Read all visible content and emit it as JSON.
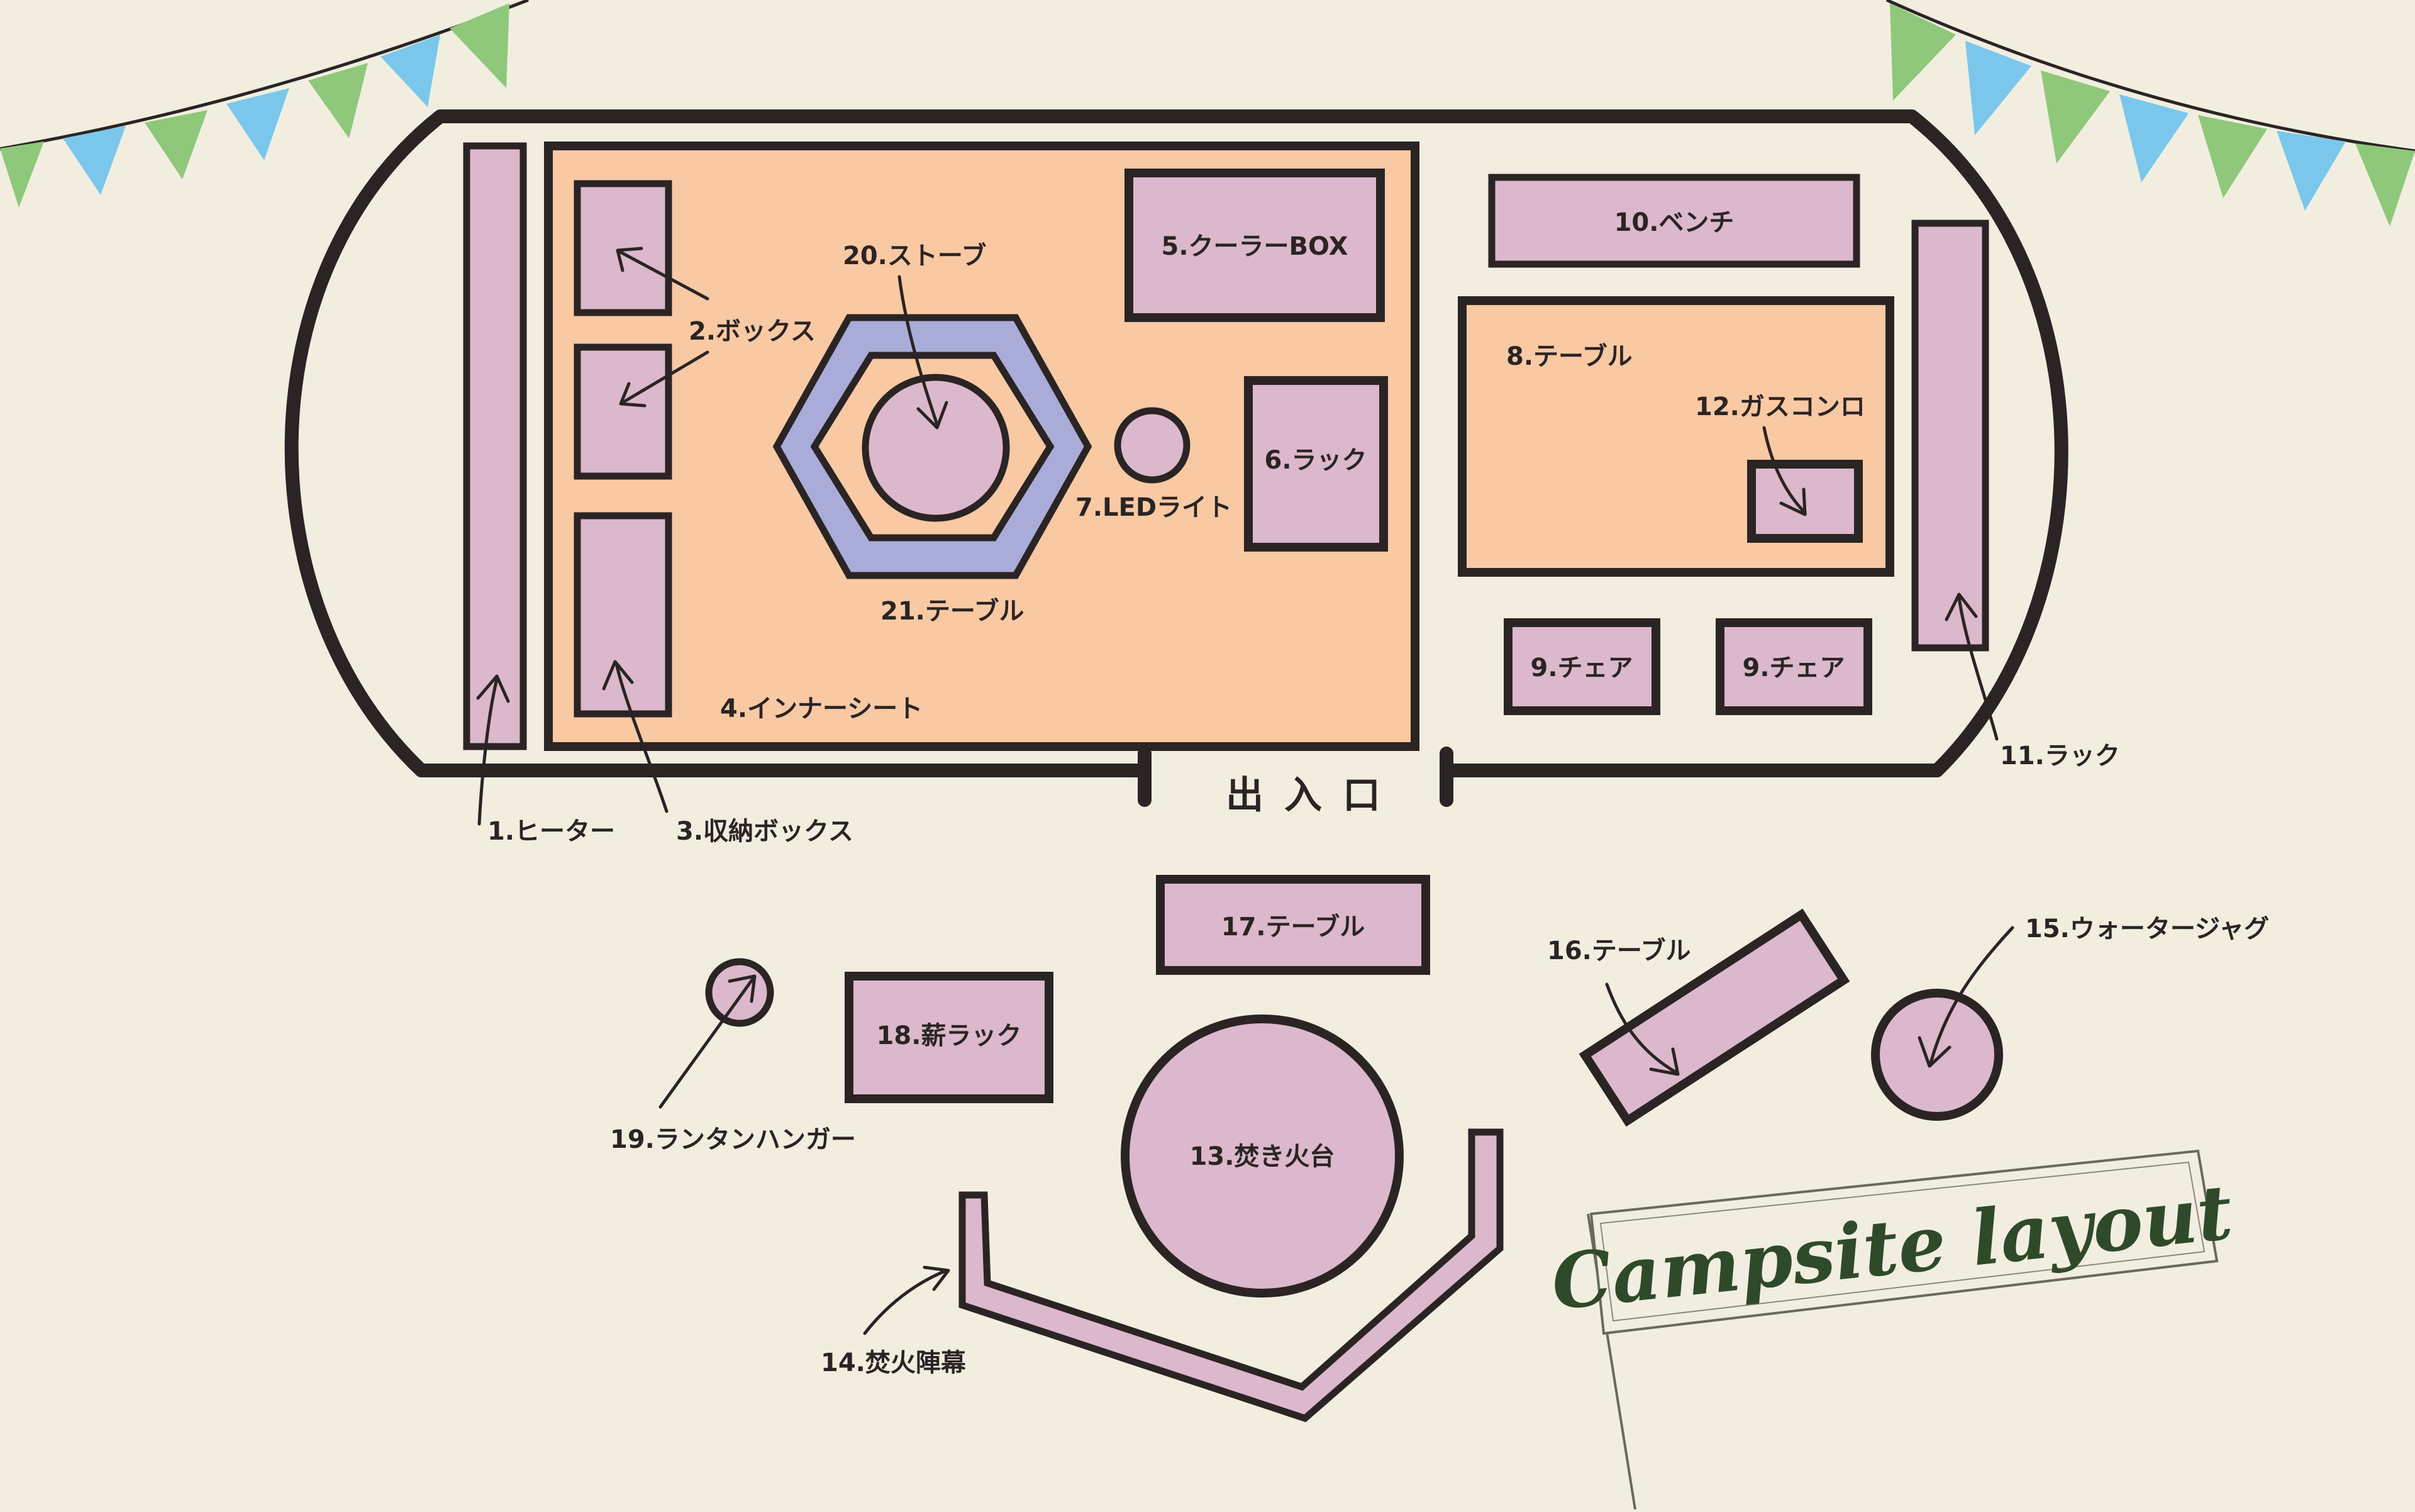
{
  "colors": {
    "background": "#f1eee0",
    "outline": "#2b2424",
    "pink": "#dbb8cb",
    "orange": "#f9c9a3",
    "lavender": "#a9acd9",
    "bunting_green": "#8fc87a",
    "bunting_blue": "#7bc7ec",
    "flag_text": "#2f4a2a"
  },
  "title": "Campsite layout",
  "entrance": "出 入 口",
  "items": {
    "i1": "1.ヒーター",
    "i2": "2.ボックス",
    "i3": "3.収納ボックス",
    "i4": "4.インナーシート",
    "i5": "5.クーラーBOX",
    "i6": "6.ラック",
    "i7": "7.LEDライト",
    "i8": "8.テーブル",
    "i9a": "9.チェア",
    "i9b": "9.チェア",
    "i10": "10.ベンチ",
    "i11": "11.ラック",
    "i12": "12.ガスコンロ",
    "i13": "13.焚き火台",
    "i14": "14.焚火陣幕",
    "i15": "15.ウォータージャグ",
    "i16": "16.テーブル",
    "i17": "17.テーブル",
    "i18": "18.薪ラック",
    "i19": "19.ランタンハンガー",
    "i20": "20.ストーブ",
    "i21": "21.テーブル"
  }
}
